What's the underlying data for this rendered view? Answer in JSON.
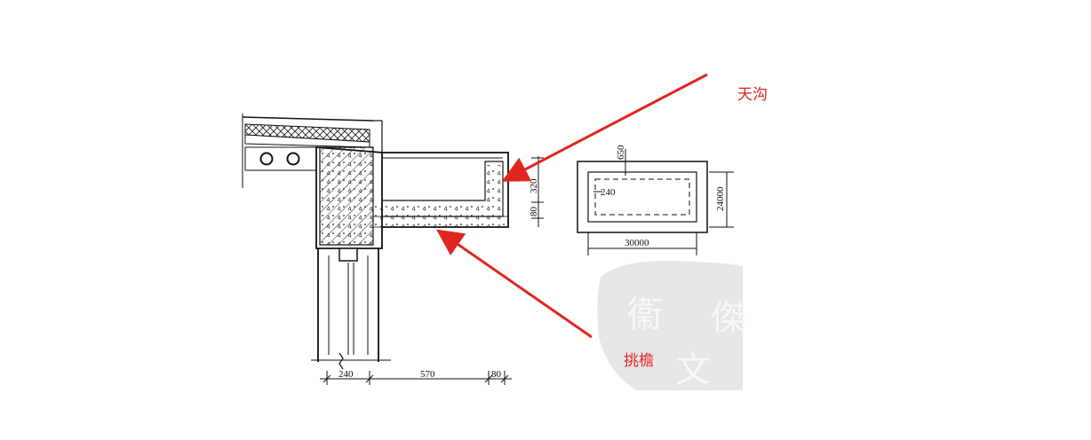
{
  "callouts": {
    "gutter_label": "天沟",
    "eave_label": "挑檐"
  },
  "section_dimensions": {
    "bottom_left": "240",
    "bottom_middle": "570",
    "bottom_right": "80",
    "side_upper": "320",
    "side_lower": "80"
  },
  "plan_dimensions": {
    "top_offset": "650",
    "inner_offset": "240",
    "height": "24000",
    "width": "30000"
  },
  "colors": {
    "line": "#111111",
    "callout": "#e0261f",
    "watermark": "#e6e6e6"
  }
}
